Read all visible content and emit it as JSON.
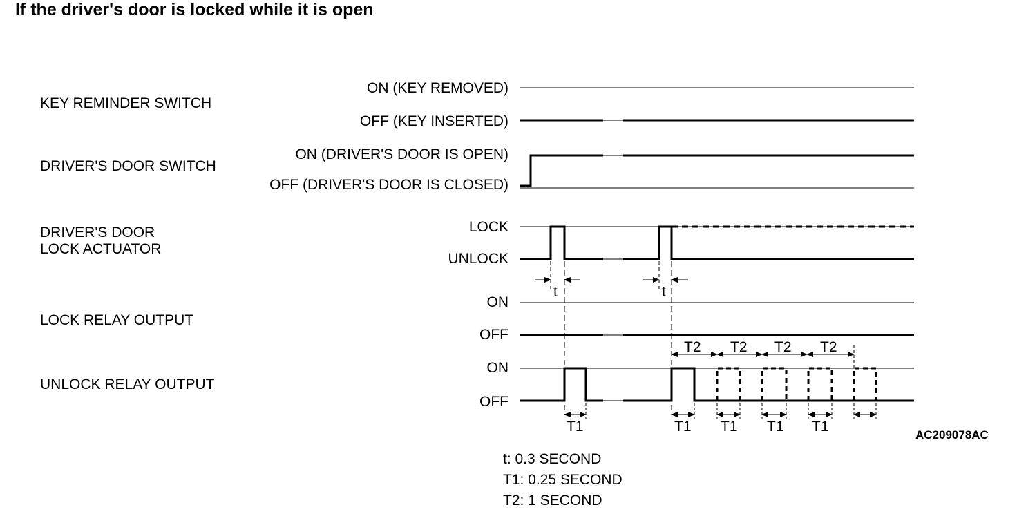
{
  "title": "If the driver's door is locked while it is open",
  "signals": [
    {
      "name": "KEY REMINDER SWITCH",
      "states": [
        "ON (KEY REMOVED)",
        "OFF (KEY INSERTED)"
      ]
    },
    {
      "name": "DRIVER'S DOOR SWITCH",
      "states": [
        "ON (DRIVER'S DOOR IS OPEN)",
        "OFF (DRIVER'S DOOR IS CLOSED)"
      ]
    },
    {
      "name_lines": [
        "DRIVER'S DOOR",
        "LOCK ACTUATOR"
      ],
      "states": [
        "LOCK",
        "UNLOCK"
      ]
    },
    {
      "name": "LOCK RELAY OUTPUT",
      "states": [
        "ON",
        "OFF"
      ]
    },
    {
      "name": "UNLOCK RELAY OUTPUT",
      "states": [
        "ON",
        "OFF"
      ]
    }
  ],
  "timing_labels": {
    "t": "t",
    "t1": "T1",
    "t2": "T2"
  },
  "legend": [
    "t: 0.3 SECOND",
    "T1: 0.25 SECOND",
    "T2: 1 SECOND"
  ],
  "figure_code": "AC209078AC"
}
